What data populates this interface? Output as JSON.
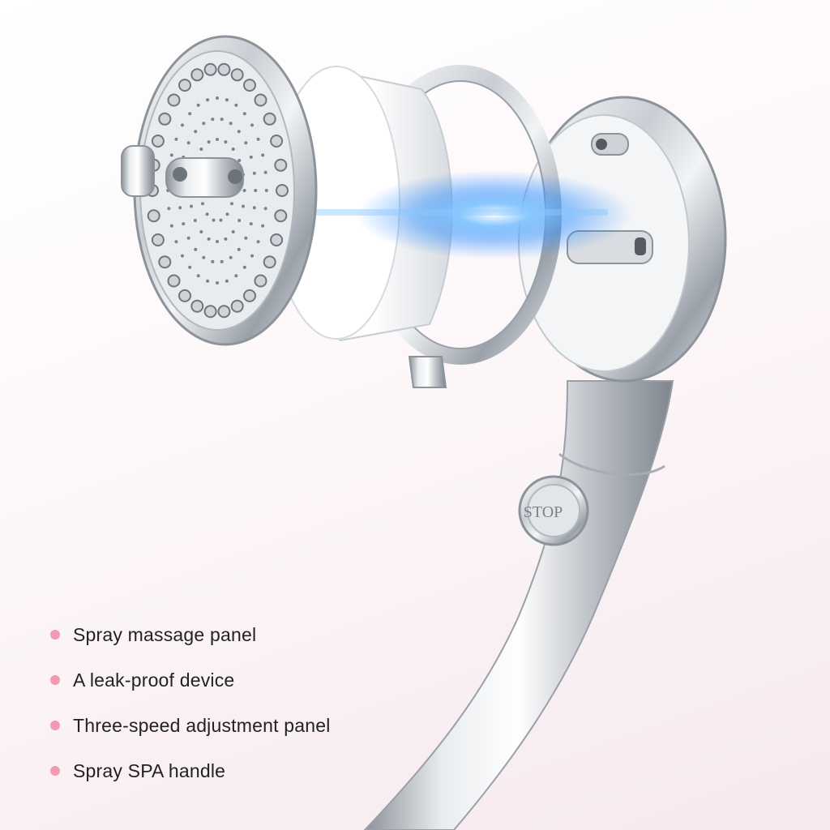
{
  "colors": {
    "bullet": "#f39ab3",
    "text": "#222222",
    "chrome_light": "#f4f6f8",
    "chrome_dark": "#8a9098",
    "glow": "#2a8cff"
  },
  "product": {
    "stop_button_label": "STOP"
  },
  "features": [
    {
      "label": "Spray massage panel",
      "icon": "pink-dot-icon"
    },
    {
      "label": "A leak-proof device",
      "icon": "pink-dot-icon"
    },
    {
      "label": "Three-speed adjustment panel",
      "icon": "pink-dot-icon"
    },
    {
      "label": "Spray SPA handle",
      "icon": "pink-dot-icon"
    }
  ]
}
